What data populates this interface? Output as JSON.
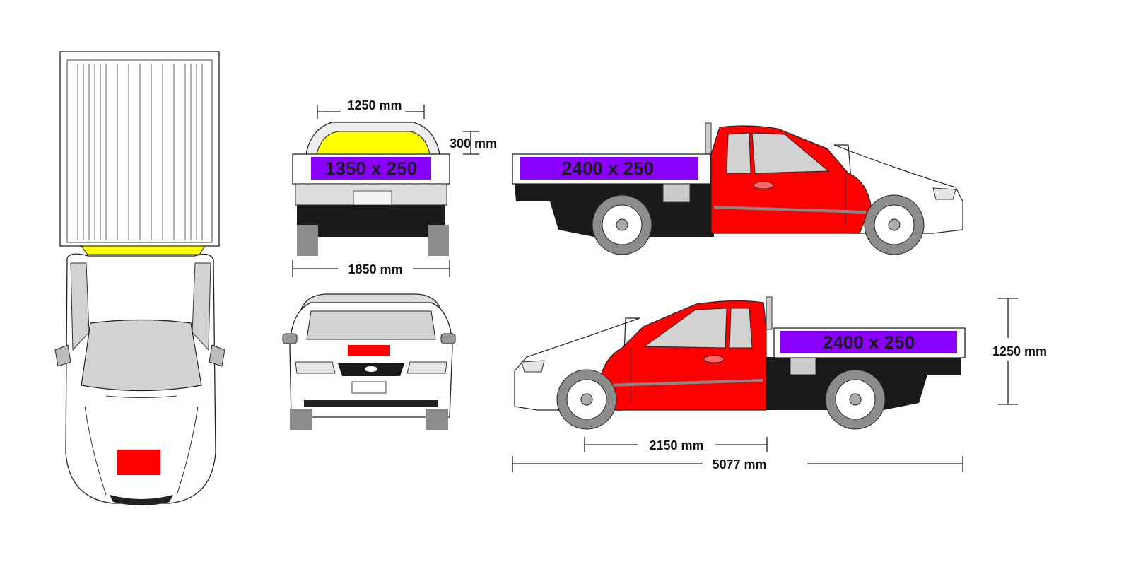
{
  "colors": {
    "body_red": "#ff0000",
    "panel_purple": "#8a00ff",
    "panel_yellow": "#ffff00",
    "chassis_black": "#1a1a1a",
    "tyre_grey": "#8c8c8c",
    "glass_grey": "#d2d2d2",
    "body_white": "#ffffff"
  },
  "views": {
    "top": {
      "name": "top-view"
    },
    "rear": {
      "name": "rear-view"
    },
    "front": {
      "name": "front-view"
    },
    "side_right": {
      "name": "side-view-right"
    },
    "side_left": {
      "name": "side-view-left"
    }
  },
  "dimensions": {
    "rear_panel_width": "1250 mm",
    "headboard_height": "300 mm",
    "overall_width": "1850 mm",
    "wheelbase": "2150 mm",
    "overall_length": "5077 mm",
    "overall_height": "1250 mm"
  },
  "panels": {
    "rear_headboard": "1350 x 250",
    "side_right": "2400 x 250",
    "side_left": "2400 x 250"
  },
  "icons": [
    "wheel-icon",
    "ford-badge-icon"
  ]
}
